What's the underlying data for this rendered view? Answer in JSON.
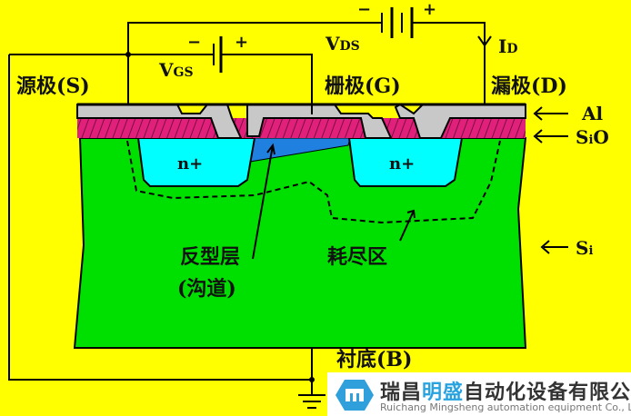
{
  "labels": {
    "source": "源极(S)",
    "gate": "栅极(G)",
    "drain": "漏极(D)",
    "vgs": "V",
    "vgs_sub": "GS",
    "vds": "V",
    "vds_sub": "DS",
    "id": "I",
    "id_sub": "D",
    "minus": "−",
    "plus": "+",
    "al": "Al",
    "sio": "S",
    "sio_sub": "i",
    "sio_end": "O",
    "si": "S",
    "si_sub": "i",
    "nplus": "n+",
    "inversion": "反型层",
    "channel": "(沟道)",
    "depletion": "耗尽区",
    "substrate": "衬底(B)"
  },
  "watermark": {
    "name_a": "瑞昌",
    "name_b": "明盛",
    "name_c": "自动化设备有限公司",
    "subtitle": "Ruichang Mingsheng automation equipment Co., Ltd"
  },
  "colors": {
    "background": "#ffff00",
    "substrate": "#00e000",
    "nplus": "#00ffff",
    "channel": "#2080e0",
    "oxide": "#e0207a",
    "aluminum": "#c8c8c8"
  }
}
